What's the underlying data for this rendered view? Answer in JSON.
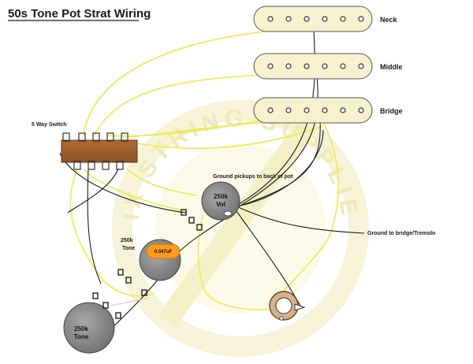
{
  "title": "50s Tone Pot Strat Wiring",
  "pickups": {
    "neck": "Neck",
    "middle": "Middle",
    "bridge": "Bridge"
  },
  "switch_label": "5 Way Switch",
  "ground_pickups_label": "Ground pickups to back of pot",
  "ground_bridge_label": "Ground to bridge/Tremolo",
  "volume_pot": {
    "value": "250k",
    "name": "Vol"
  },
  "tone_pot_1": {
    "value": "250k",
    "name": "Tone"
  },
  "tone_pot_2": {
    "value": "250k",
    "name": "Tone"
  },
  "capacitor_label": "0.047uF",
  "watermark": "SIX STRING SUPPLIES",
  "colors": {
    "pickup_cover": "#f6f1cf",
    "switch_body": "#a0622d",
    "pot_body": "#8a8a8a",
    "capacitor": "#ff9a1f",
    "yellow_wire": "#f2e84a",
    "black_wire": "#1a1a1a",
    "watermark": "#f1eec6"
  }
}
